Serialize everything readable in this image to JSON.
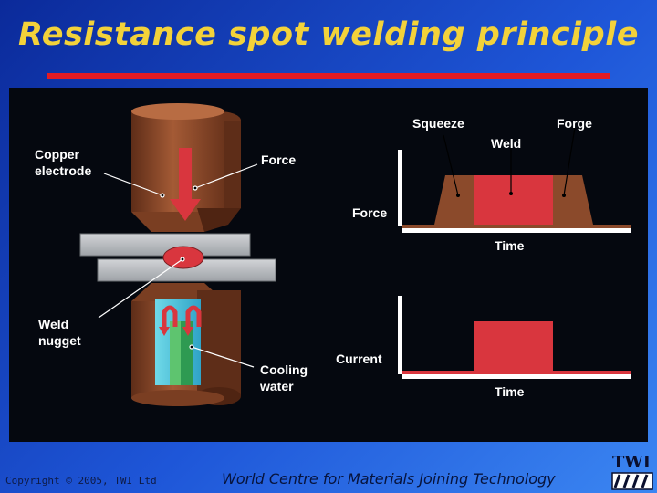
{
  "slide": {
    "title": "Resistance spot welding principle",
    "copyright": "Copyright © 2005, TWI Ltd",
    "footer": "World Centre for Materials Joining Technology",
    "logo_text": "TWI"
  },
  "diagram": {
    "labels": {
      "copper_electrode_line1": "Copper",
      "copper_electrode_line2": "electrode",
      "force": "Force",
      "weld_nugget_line1": "Weld",
      "weld_nugget_line2": "nugget",
      "cooling_water_line1": "Cooling",
      "cooling_water_line2": "water"
    },
    "force_graph": {
      "ylabel": "Force",
      "xlabel": "Time",
      "phases": [
        "Squeeze",
        "Weld",
        "Forge"
      ]
    },
    "current_graph": {
      "ylabel": "Current",
      "xlabel": "Time"
    }
  },
  "colors": {
    "title": "#f3d23a",
    "rule": "#e31b23",
    "copper": "#8b4a2b",
    "weld_red": "#d9363e",
    "steel": "#b9bcc0",
    "water": "#3bb36a",
    "background_panel": "#05080f"
  }
}
